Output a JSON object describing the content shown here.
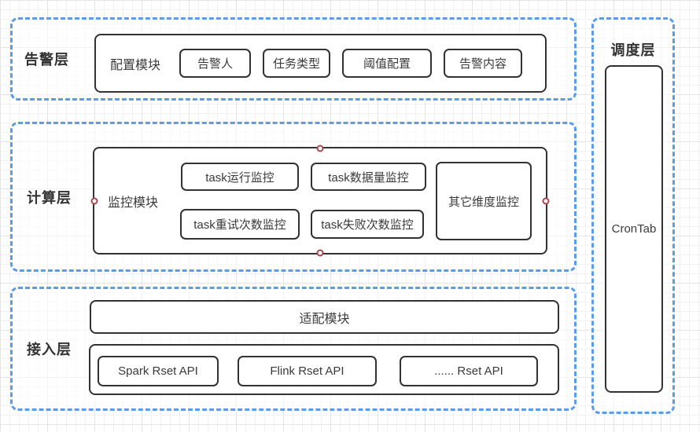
{
  "colors": {
    "layer_dash_blue": "#5C9CE6",
    "shape_border": "#323232",
    "connection_handle": "#A8454E",
    "grid_line": "#e4e4e4"
  },
  "layers": {
    "alert": {
      "label": "告警层",
      "module_label": "配置模块",
      "items": [
        "告警人",
        "任务类型",
        "阈值配置",
        "告警内容"
      ]
    },
    "compute": {
      "label": "计算层",
      "module_label": "监控模块",
      "monitors": [
        "task运行监控",
        "task数据量监控",
        "task重试次数监控",
        "task失败次数监控"
      ],
      "other_monitor": "其它维度监控"
    },
    "access": {
      "label": "接入层",
      "adapter_label": "适配模块",
      "apis": [
        "Spark Rset API",
        "Flink Rset API",
        "...... Rset API"
      ]
    },
    "schedule": {
      "label": "调度层",
      "node": "CronTab"
    }
  }
}
